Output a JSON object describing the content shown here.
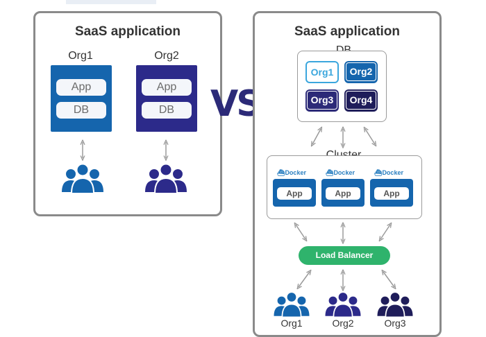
{
  "left": {
    "title": "SaaS application",
    "orgs": [
      {
        "label": "Org1",
        "app": "App",
        "db": "DB",
        "color": "#1565ad"
      },
      {
        "label": "Org2",
        "app": "App",
        "db": "DB",
        "color": "#2c2a8a"
      }
    ]
  },
  "vs": "VS",
  "right": {
    "title": "SaaS application",
    "db": {
      "label": "DB",
      "chips": [
        {
          "label": "Org1",
          "bg": "#3aa6dd",
          "fg": "#ffffff",
          "inner": "#ffffff"
        },
        {
          "label": "Org2",
          "bg": "#1565ad",
          "fg": "#ffffff",
          "inner": "#ffffff"
        },
        {
          "label": "Org3",
          "bg": "#ffffff",
          "fg": "#2c2a78",
          "border": "#2c2a78"
        },
        {
          "label": "Org4",
          "bg": "#1f1d5a",
          "fg": "#ffffff",
          "inner": "#ffffff"
        }
      ]
    },
    "cluster": {
      "label": "Cluster",
      "nodes": [
        {
          "docker": "Docker",
          "app": "App"
        },
        {
          "docker": "Docker",
          "app": "App"
        },
        {
          "docker": "Docker",
          "app": "App"
        }
      ]
    },
    "load_balancer": "Load Balancer",
    "orgs": [
      {
        "label": "Org1",
        "color": "#1565ad"
      },
      {
        "label": "Org2",
        "color": "#2c2a8a"
      },
      {
        "label": "Org3",
        "color": "#1f1d5a"
      }
    ]
  },
  "colors": {
    "blue": "#1565ad",
    "indigo": "#2c2a8a",
    "navy": "#1f1d5a",
    "green": "#2fb36c",
    "frame": "#8a8a8a"
  },
  "icons": [
    "users-group-icon",
    "double-arrow-icon",
    "docker-icon"
  ]
}
